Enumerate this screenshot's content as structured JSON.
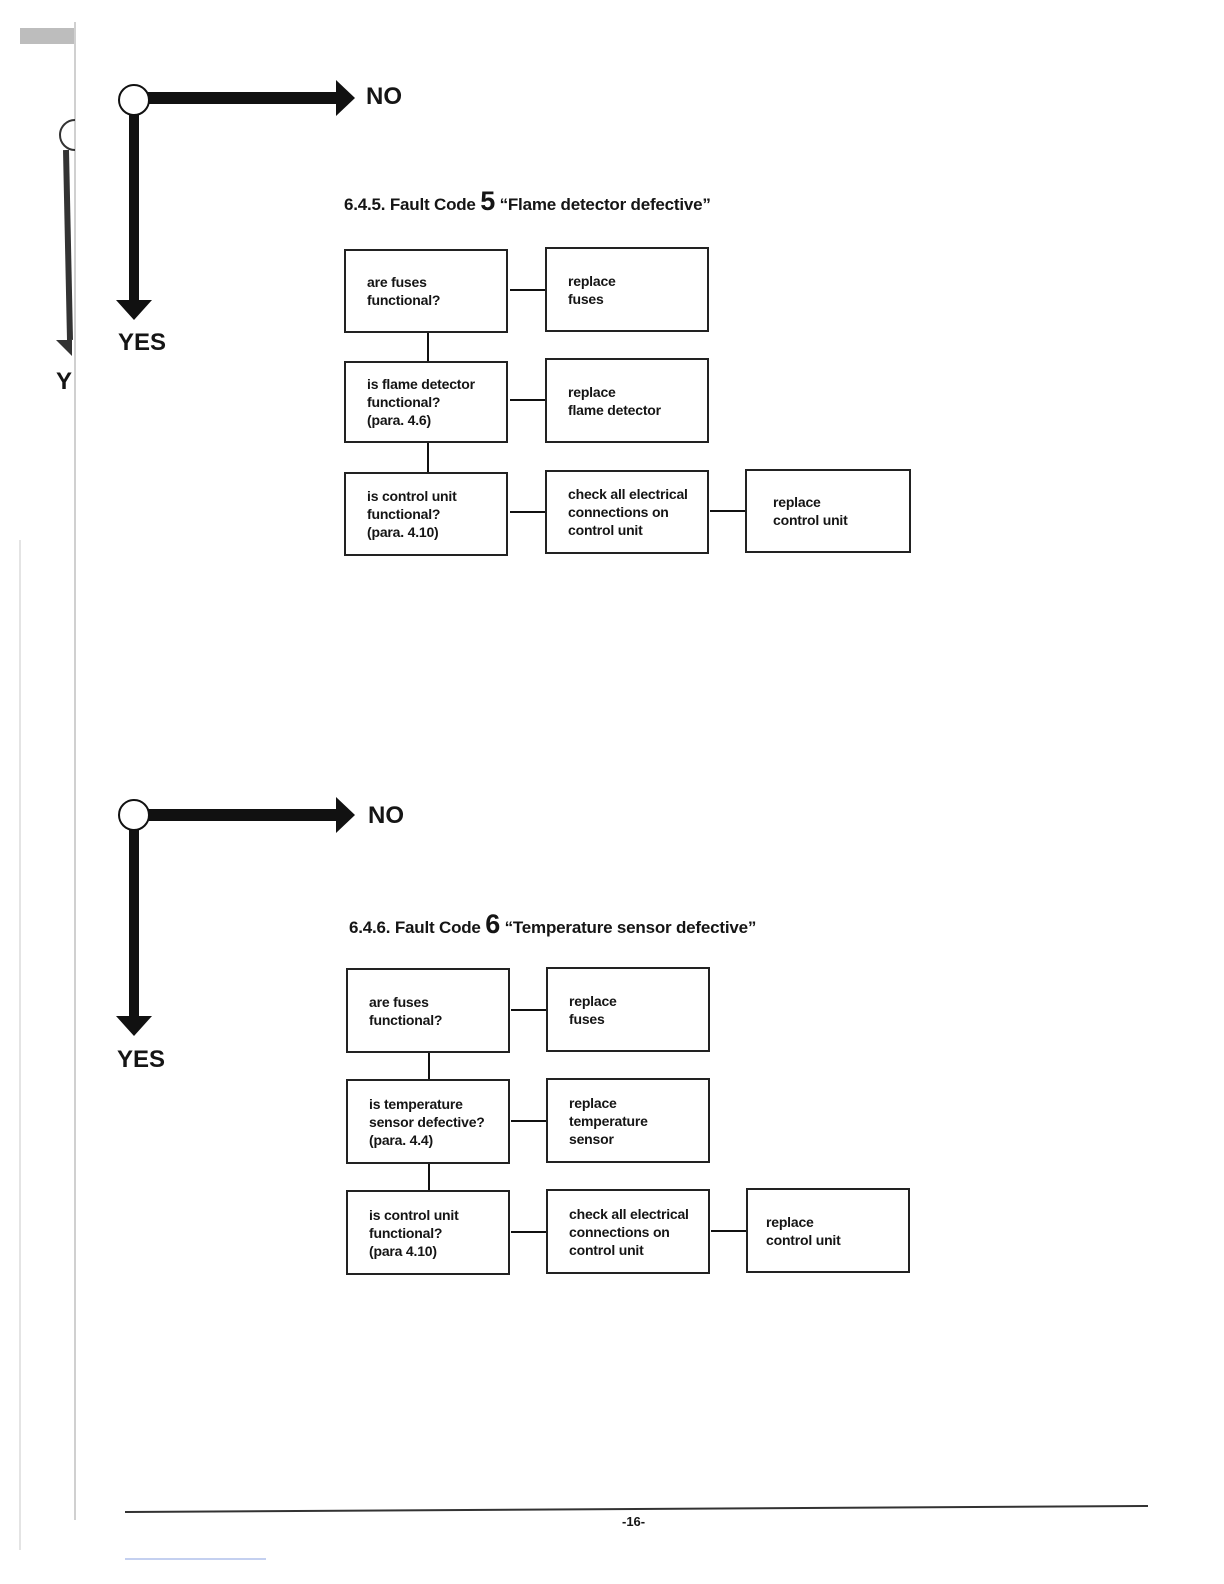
{
  "flow": {
    "no": "NO",
    "yes": "YES"
  },
  "left_edge": {
    "cut_label": "Y"
  },
  "section_5": {
    "number": "6.4.5. Fault Code",
    "code": "5",
    "title": "“Flame detector defective”",
    "boxes": {
      "q1": "are fuses\nfunctional?",
      "a1": "replace\nfuses",
      "q2": "is flame detector\nfunctional?\n(para. 4.6)",
      "a2": "replace\nflame detector",
      "q3": "is control unit\nfunctional?\n(para. 4.10)",
      "a3": "check all electrical\nconnections on\ncontrol unit",
      "a4": "replace\ncontrol unit"
    }
  },
  "section_6": {
    "number": "6.4.6. Fault Code",
    "code": "6",
    "title": "“Temperature sensor defective”",
    "boxes": {
      "q1": "are fuses\nfunctional?",
      "a1": "replace\nfuses",
      "q2": "is temperature\nsensor defective?\n(para. 4.4)",
      "a2": "replace\ntemperature\nsensor",
      "q3": "is control unit\nfunctional?\n(para 4.10)",
      "a3": "check all electrical\nconnections on\ncontrol unit",
      "a4": "replace\ncontrol unit"
    }
  },
  "footer": {
    "page_number": "-16-"
  }
}
